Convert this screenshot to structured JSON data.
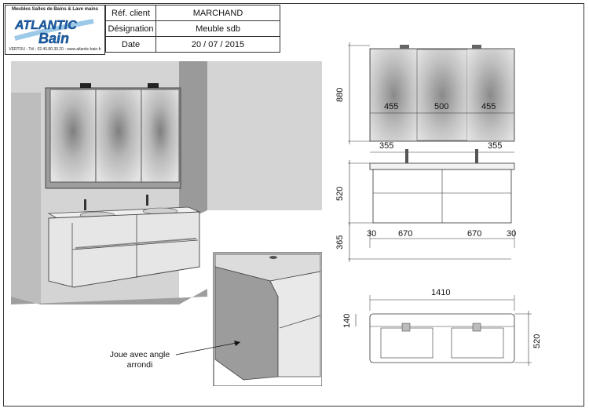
{
  "header": {
    "company_tagline": "Meubles Salles de Bains & Lave mains",
    "logo_word_1": "ATLANTIC",
    "logo_word_2": "Bain",
    "company_contact": "VERTOU - Tél.: 02.40.80.30.20 - www.atlantic-bain.fr",
    "fields": [
      {
        "label": "Réf. client",
        "value": "MARCHAND"
      },
      {
        "label": "Désignation",
        "value": "Meuble sdb"
      },
      {
        "label": "Date",
        "value": "20 / 07 / 2015"
      }
    ]
  },
  "dimensions": {
    "mirror_height": "880",
    "mirror_panel_left": "455",
    "mirror_panel_center": "500",
    "mirror_panel_right": "455",
    "faucet_offset_left": "355",
    "faucet_offset_right": "355",
    "cabinet_height": "520",
    "floor_clearance": "365",
    "edge_left": "30",
    "drawer_left_width": "670",
    "drawer_right_width": "670",
    "edge_right": "30",
    "total_width": "1410",
    "top_depth": "140",
    "cabinet_depth": "520"
  },
  "callout": {
    "line1": "Joue avec angle",
    "line2": "arrondi"
  }
}
